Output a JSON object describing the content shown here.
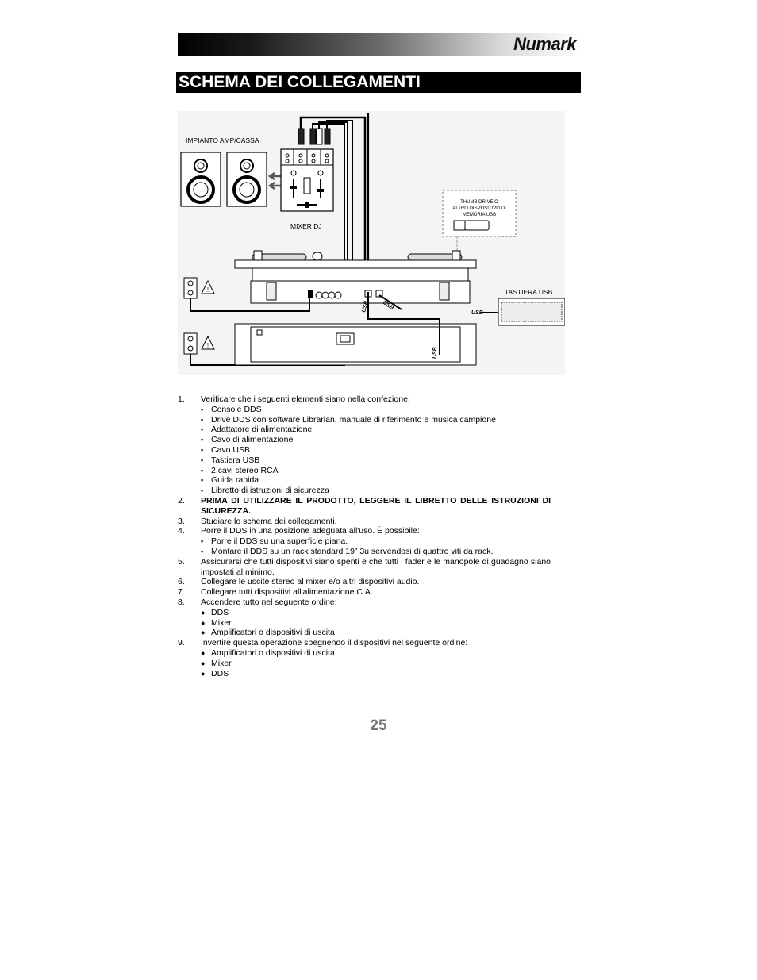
{
  "header": {
    "brand": "Numark"
  },
  "title": "SCHEMA DEI COLLEGAMENTI",
  "diagram": {
    "labels": {
      "speakers": "IMPIANTO AMP/CASSA",
      "mixer": "MIXER DJ",
      "thumb_drive_1": "THUMB DRIVE O",
      "thumb_drive_2": "ALTRO DISPOSITIVO DI",
      "thumb_drive_3": "MEMORIA USB",
      "keyboard": "TASTIERA USB",
      "usb_1": "USB",
      "usb_2": "USB",
      "usb_3": "USB",
      "usb_4": "USB"
    }
  },
  "steps": [
    {
      "num": "1.",
      "text": "Verificare che i seguenti elementi siano nella confezione:",
      "items": [
        "Console DDS",
        "Drive DDS con software Librarian, manuale di riferimento e musica campione",
        "Adattatore di alimentazione",
        "Cavo di alimentazione",
        "Cavo USB",
        "Tastiera USB",
        "2 cavi stereo RCA",
        "Guida rapida",
        "Libretto di istruzioni di sicurezza"
      ]
    },
    {
      "num": "2.",
      "text": "PRIMA DI UTILIZZARE IL PRODOTTO, LEGGERE IL LIBRETTO DELLE ISTRUZIONI DI SICUREZZA."
    },
    {
      "num": "3.",
      "text": "Studiare lo schema dei collegamenti."
    },
    {
      "num": "4.",
      "text": "Porre il DDS in una posizione adeguata all'uso.  È possibile:",
      "items": [
        "Porre il DDS su una superficie piana.",
        "Montare il DDS su un rack standard 19” 3u servendosi di quattro viti da rack."
      ]
    },
    {
      "num": "5.",
      "text": "Assicurarsi che tutti dispositivi siano spenti e che tutti i fader e le manopole di guadagno siano impostati al minimo."
    },
    {
      "num": "6.",
      "text": "Collegare le uscite stereo al mixer e/o altri dispositivi audio."
    },
    {
      "num": "7.",
      "text": "Collegare tutti dispositivi all'alimentazione C.A."
    },
    {
      "num": "8.",
      "text": "Accendere tutto nel seguente ordine:",
      "items": [
        "DDS",
        "Mixer",
        "Amplificatori o dispositivi di uscita"
      ]
    },
    {
      "num": "9.",
      "text": "Invertire questa operazione spegnendo il dispositivi nel seguente ordine:",
      "items": [
        "Amplificatori o dispositivi di uscita",
        "Mixer",
        "DDS"
      ]
    }
  ],
  "page_number": "25"
}
